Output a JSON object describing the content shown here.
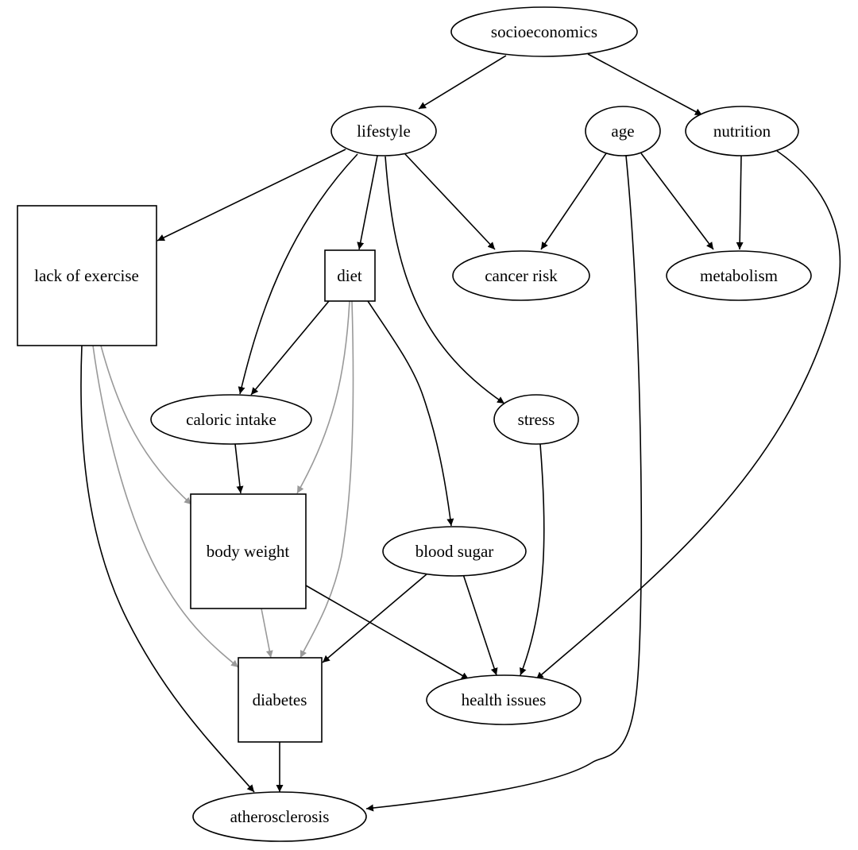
{
  "colors": {
    "background": "#ffffff",
    "node_stroke": "#000000",
    "edge_black": "#000000",
    "edge_gray": "#999999"
  },
  "nodes": {
    "socioeconomics": "socioeconomics",
    "lifestyle": "lifestyle",
    "age": "age",
    "nutrition": "nutrition",
    "lack_of_exercise": "lack of exercise",
    "diet": "diet",
    "cancer_risk": "cancer risk",
    "metabolism": "metabolism",
    "caloric_intake": "caloric intake",
    "stress": "stress",
    "body_weight": "body weight",
    "blood_sugar": "blood sugar",
    "diabetes": "diabetes",
    "health_issues": "health issues",
    "atherosclerosis": "atherosclerosis"
  },
  "edges": [
    {
      "from": "socioeconomics",
      "to": "lifestyle",
      "color": "black"
    },
    {
      "from": "socioeconomics",
      "to": "nutrition",
      "color": "black"
    },
    {
      "from": "lifestyle",
      "to": "lack_of_exercise",
      "color": "black"
    },
    {
      "from": "lifestyle",
      "to": "caloric_intake",
      "color": "black"
    },
    {
      "from": "lifestyle",
      "to": "diet",
      "color": "black"
    },
    {
      "from": "lifestyle",
      "to": "cancer_risk",
      "color": "black"
    },
    {
      "from": "lifestyle",
      "to": "stress",
      "color": "black"
    },
    {
      "from": "age",
      "to": "cancer_risk",
      "color": "black"
    },
    {
      "from": "age",
      "to": "metabolism",
      "color": "black"
    },
    {
      "from": "age",
      "to": "atherosclerosis",
      "color": "black"
    },
    {
      "from": "nutrition",
      "to": "metabolism",
      "color": "black"
    },
    {
      "from": "nutrition",
      "to": "health_issues",
      "color": "black"
    },
    {
      "from": "diet",
      "to": "caloric_intake",
      "color": "black"
    },
    {
      "from": "diet",
      "to": "blood_sugar",
      "color": "black"
    },
    {
      "from": "diet",
      "to": "body_weight",
      "color": "gray"
    },
    {
      "from": "diet",
      "to": "diabetes",
      "color": "gray"
    },
    {
      "from": "lack_of_exercise",
      "to": "body_weight",
      "color": "gray"
    },
    {
      "from": "lack_of_exercise",
      "to": "diabetes",
      "color": "gray"
    },
    {
      "from": "lack_of_exercise",
      "to": "atherosclerosis",
      "color": "black"
    },
    {
      "from": "caloric_intake",
      "to": "body_weight",
      "color": "black"
    },
    {
      "from": "stress",
      "to": "health_issues",
      "color": "black"
    },
    {
      "from": "body_weight",
      "to": "diabetes",
      "color": "gray"
    },
    {
      "from": "body_weight",
      "to": "health_issues",
      "color": "black"
    },
    {
      "from": "blood_sugar",
      "to": "diabetes",
      "color": "black"
    },
    {
      "from": "blood_sugar",
      "to": "health_issues",
      "color": "black"
    },
    {
      "from": "diabetes",
      "to": "atherosclerosis",
      "color": "black"
    }
  ]
}
